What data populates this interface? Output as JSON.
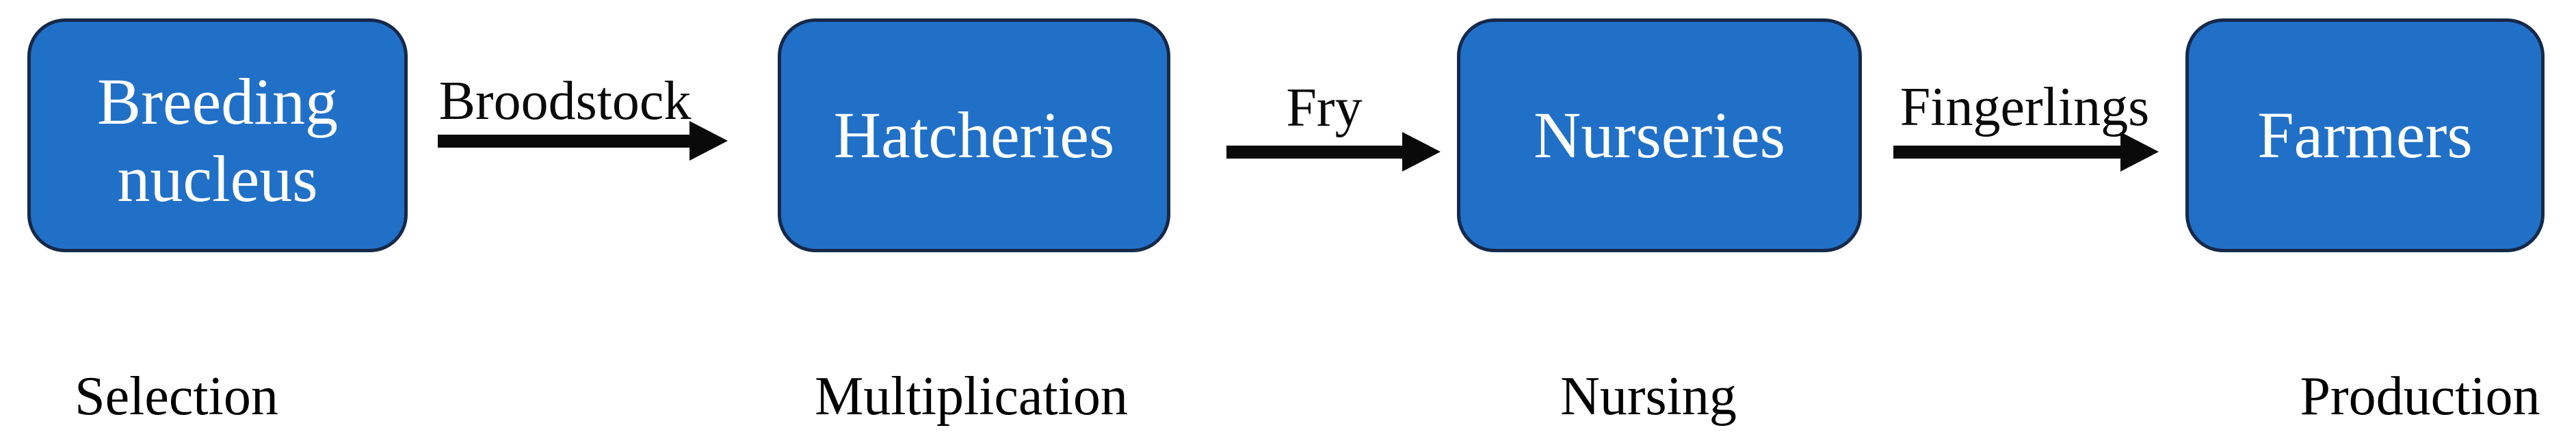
{
  "flow": {
    "nodes": [
      {
        "label": "Breeding nucleus",
        "stage": "Selection"
      },
      {
        "label": "Hatcheries",
        "stage": "Multiplication"
      },
      {
        "label": "Nurseries",
        "stage": "Nursing"
      },
      {
        "label": "Farmers",
        "stage": "Production"
      }
    ],
    "connectors": [
      {
        "label": "Broodstock"
      },
      {
        "label": "Fry"
      },
      {
        "label": "Fingerlings"
      }
    ],
    "colors": {
      "node_fill": "#2170C8",
      "node_border": "#16294A",
      "node_text": "#FFFFFF",
      "arrow": "#0A0A0A",
      "stage_text": "#000000"
    }
  }
}
